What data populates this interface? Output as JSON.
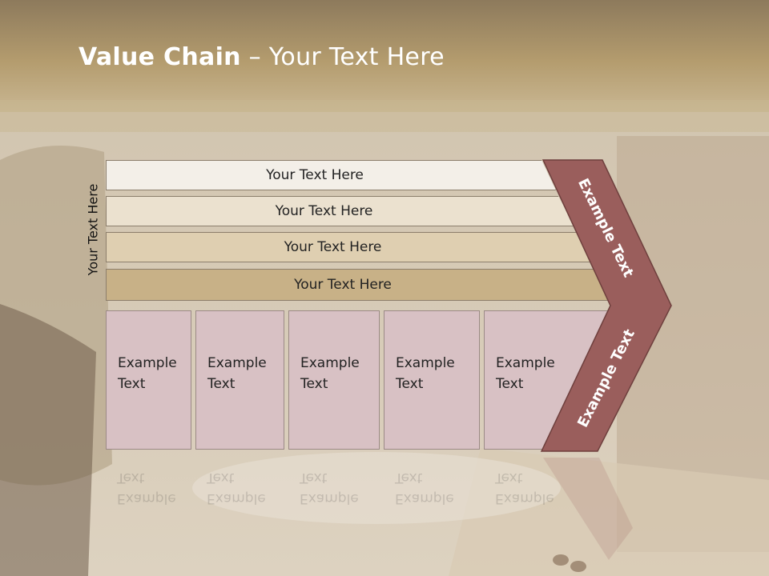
{
  "title": {
    "bold": "Value Chain",
    "rest": " – Your Text Here"
  },
  "side_label": "Your Text Here",
  "bars": [
    "Your Text Here",
    "Your Text Here",
    "Your Text Here",
    "Your Text Here"
  ],
  "columns": [
    {
      "line1": "Example",
      "line2": "Text"
    },
    {
      "line1": "Example",
      "line2": "Text"
    },
    {
      "line1": "Example",
      "line2": "Text"
    },
    {
      "line1": "Example",
      "line2": "Text"
    },
    {
      "line1": "Example",
      "line2": "Text"
    }
  ],
  "arrow": {
    "upper": "Example Text",
    "lower": "Example Text",
    "color": "#9a5e5c"
  }
}
